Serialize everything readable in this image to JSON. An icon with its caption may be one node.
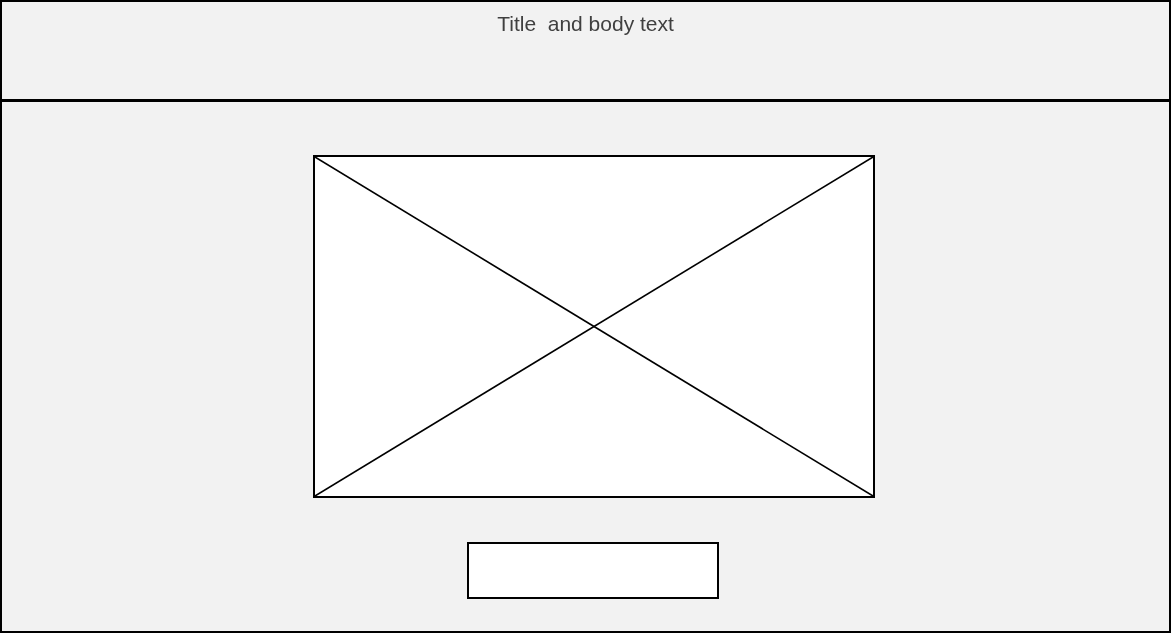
{
  "diagram": {
    "nodes": [
      {
        "text": [
          "Title  and body text"
        ]
      },
      {
        "text": [],
        "shape": "box"
      },
      {
        "text": [],
        "shape": "box",
        "in": 1
      },
      {
        "text": [],
        "shape": "box",
        "in": 1
      }
    ]
  }
}
